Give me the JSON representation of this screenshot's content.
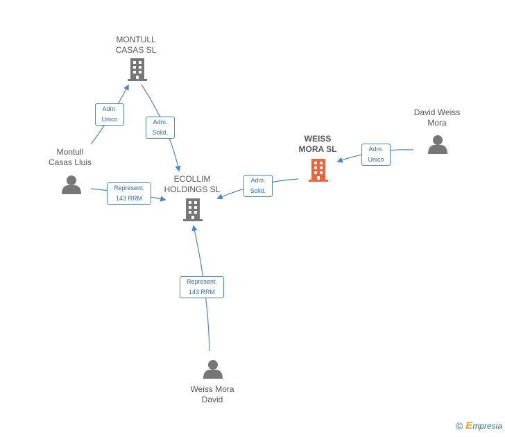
{
  "colors": {
    "edge": "#4a86c8",
    "company": "#777777",
    "company_highlight": "#f0643c",
    "person": "#777777"
  },
  "nodes": {
    "montull_casas_sl": {
      "line1": "MONTULL",
      "line2": "CASAS  SL",
      "icon": "building-icon"
    },
    "ecollim_holdings": {
      "line1": "ECOLLIM",
      "line2": "HOLDINGS  SL",
      "icon": "building-icon"
    },
    "weiss_mora_sl": {
      "line1": "WEISS",
      "line2": "MORA  SL",
      "icon": "building-icon"
    },
    "montull_casas_lluis": {
      "line1": "Montull",
      "line2": "Casas Lluis",
      "icon": "person-icon"
    },
    "david_weiss_mora": {
      "line1": "David Weiss",
      "line2": "Mora",
      "icon": "person-icon"
    },
    "weiss_mora_david": {
      "line1": "Weiss Mora",
      "line2": "David",
      "icon": "person-icon"
    }
  },
  "edges": {
    "lluis_to_montull": {
      "line1": "Adm.",
      "line2": "Unico"
    },
    "montull_to_ecollim": {
      "line1": "Adm.",
      "line2": "Solid."
    },
    "lluis_to_ecollim": {
      "line1": "Represent.",
      "line2": "143 RRM"
    },
    "weissmora_to_ecollim": {
      "line1": "Adm.",
      "line2": "Solid."
    },
    "david_to_weissmora": {
      "line1": "Adm.",
      "line2": "Unico"
    },
    "weissdavid_to_ecollim": {
      "line1": "Represent.",
      "line2": "143 RRM"
    }
  },
  "brand": {
    "copyright": "©",
    "initial": "E",
    "name": "mpresia"
  }
}
